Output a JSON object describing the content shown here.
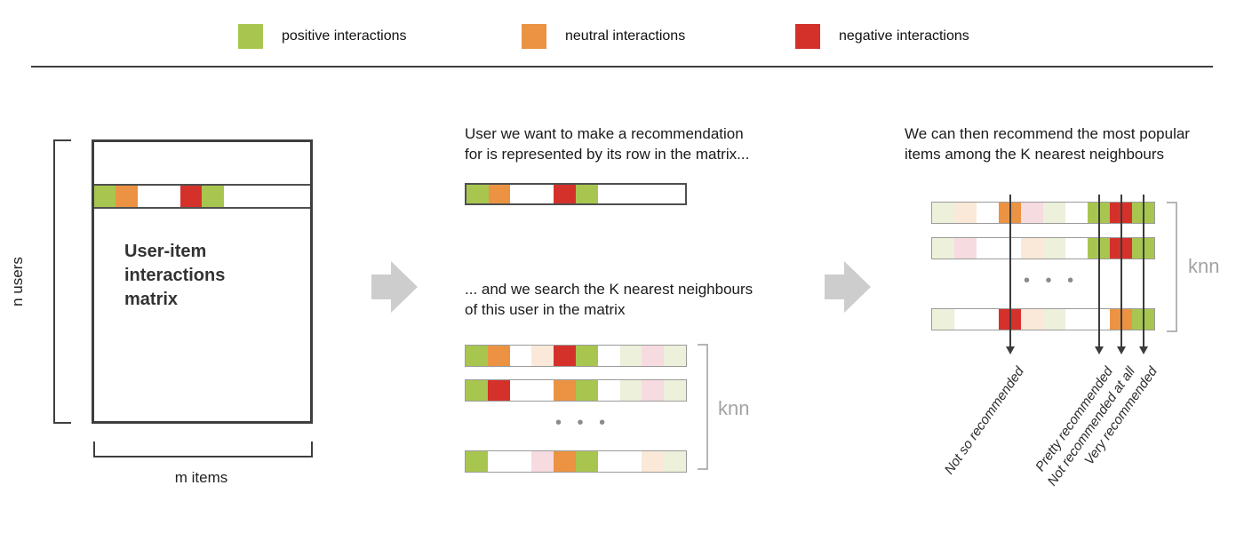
{
  "colors": {
    "G": "#a8c64f",
    "O": "#eb9342",
    "R": "#d5312b",
    "W": "#ffffff",
    "pg": "#edf0da",
    "pc": "#fae9d8",
    "pp": "#f6dbe0"
  },
  "legend": {
    "items": [
      {
        "label": "positive interactions",
        "color_key": "G"
      },
      {
        "label": "neutral interactions",
        "color_key": "O"
      },
      {
        "label": "negative interactions",
        "color_key": "R"
      }
    ]
  },
  "left": {
    "axis_row_label": "n users",
    "axis_col_label": "m items",
    "title_lines": [
      "User-item",
      "interactions",
      "matrix"
    ],
    "highlight_row": [
      "G",
      "O",
      "W",
      "W",
      "R",
      "G",
      "W",
      "W",
      "W",
      "W"
    ]
  },
  "middle": {
    "caption_top_lines": [
      "User we want to make a recommendation",
      "for is represented by its row in the matrix..."
    ],
    "user_row": [
      "G",
      "O",
      "W",
      "W",
      "R",
      "G",
      "W",
      "W",
      "W",
      "W"
    ],
    "caption_bottom_lines": [
      "... and we search the K nearest neighbours",
      "of this user in the matrix"
    ],
    "knn_rows": [
      [
        "G",
        "O",
        "W",
        "pc",
        "R",
        "G",
        "W",
        "pg",
        "pp",
        "pg"
      ],
      [
        "G",
        "R",
        "W",
        "W",
        "O",
        "G",
        "W",
        "pg",
        "pp",
        "pg"
      ],
      [
        "G",
        "W",
        "W",
        "pp",
        "O",
        "G",
        "W",
        "W",
        "pc",
        "pg"
      ]
    ],
    "ellipsis": "• • •",
    "knn_label": "knn"
  },
  "right": {
    "caption_lines": [
      "We can then recommend the most popular",
      "items among the K nearest neighbours"
    ],
    "rows": [
      [
        "pg",
        "pc",
        "W",
        "O",
        "pp",
        "pg",
        "W",
        "G",
        "R",
        "G"
      ],
      [
        "pg",
        "pp",
        "W",
        "W",
        "pc",
        "pg",
        "W",
        "G",
        "R",
        "G"
      ],
      [
        "pg",
        "W",
        "W",
        "R",
        "pc",
        "pg",
        "W",
        "W",
        "O",
        "G"
      ]
    ],
    "ellipsis": "• • •",
    "knn_label": "knn",
    "arrow_labels": [
      "Not so recommended",
      "Pretty recommended",
      "Not recommended at all",
      "Very recommended"
    ]
  }
}
